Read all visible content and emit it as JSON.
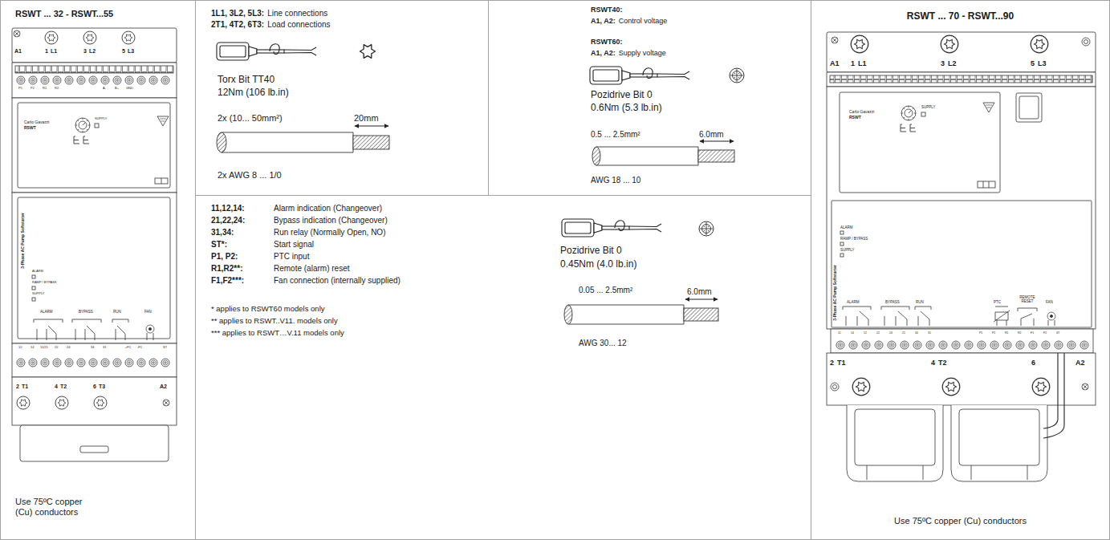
{
  "diagram": {
    "nodes": [
      {
        "text": [
          "RSWT ... 32 - RSWT...55",
          "Use 75ºC copper (Cu) conductors"
        ]
      },
      {
        "text": [
          "1L1, 3L2, 5L3:",
          "Line connections",
          "2T1, 4T2, 6T3:",
          "Load connections",
          "Torx Bit TT40",
          "12Nm (106 lb.in)",
          "2x (10... 50mm²)",
          "20mm",
          "2x AWG 8 ... 1/0"
        ]
      },
      {
        "text": [
          "RSWT40:",
          "A1, A2:",
          "Control voltage",
          "RSWT60:",
          "A1, A2:",
          "Supply voltage",
          "Pozidrive Bit 0",
          "0.6Nm (5.3 lb.in)",
          "0.5 ... 2.5mm²",
          "6.0mm",
          "AWG 18 ... 10"
        ]
      },
      {
        "text": [
          "11,12,14:",
          "Alarm indication (Changeover)",
          "21,22,24:",
          "Bypass indication (Changeover)",
          "31,34:",
          "Run relay (Normally Open, NO)",
          "ST*:",
          "Start signal",
          "P1, P2:",
          "PTC input",
          "R1,R2**:",
          "Remote (alarm) reset",
          "F1,F2***:",
          "Fan connection (internally supplied)",
          "* applies to RSWT60 models only",
          "** applies to RSWT..V11. models only",
          "*** applies to RSWT…V.11 models only",
          "Pozidrive Bit 0",
          "0.45Nm (4.0 lb.in)",
          "0.05 ... 2.5mm²",
          "6.0mm",
          "AWG 30... 12"
        ]
      },
      {
        "text": [
          "RSWT ... 70 - RSWT...90",
          "Use 75ºC copper (Cu) conductors"
        ]
      }
    ],
    "labels": [
      "A1",
      "1",
      "L1",
      "3",
      "L2",
      "5",
      "L3",
      "P1",
      "P2",
      "R1",
      "R2",
      "A-",
      "B+",
      "GND",
      "Carlo Gavazzi",
      "RSWT",
      "SUPPLY",
      "ALARM",
      "RAMP / BYPASS",
      "SUPPLY",
      "3-Phase AC Pump Softstarter",
      "ALARM",
      "BYPASS",
      "RUN",
      "FAN",
      "12",
      "14",
      "11/21",
      "22",
      "24",
      "34",
      "31",
      "+F1",
      "-F1",
      "ST",
      "2",
      "T1",
      "4",
      "T2",
      "6",
      "T3",
      "A2",
      "A1",
      "1",
      "L1",
      "3",
      "L2",
      "5",
      "L3",
      "Carlo Gavazzi",
      "RSWT",
      "SUPPLY",
      "ALARM",
      "RAMP / BYPASS",
      "SUPPLY",
      "3-Phase AC Pump Softstarter",
      "ALARM",
      "BYPASS",
      "RUN",
      "PTC",
      "REMOTE RESET",
      "FAN",
      "11",
      "14",
      "12",
      "22",
      "24",
      "21",
      "34",
      "31",
      "P1",
      "P2",
      "R1",
      "R2",
      "F1",
      "F2",
      "ST",
      "2",
      "T1",
      "4",
      "T2",
      "6",
      "A2"
    ]
  }
}
